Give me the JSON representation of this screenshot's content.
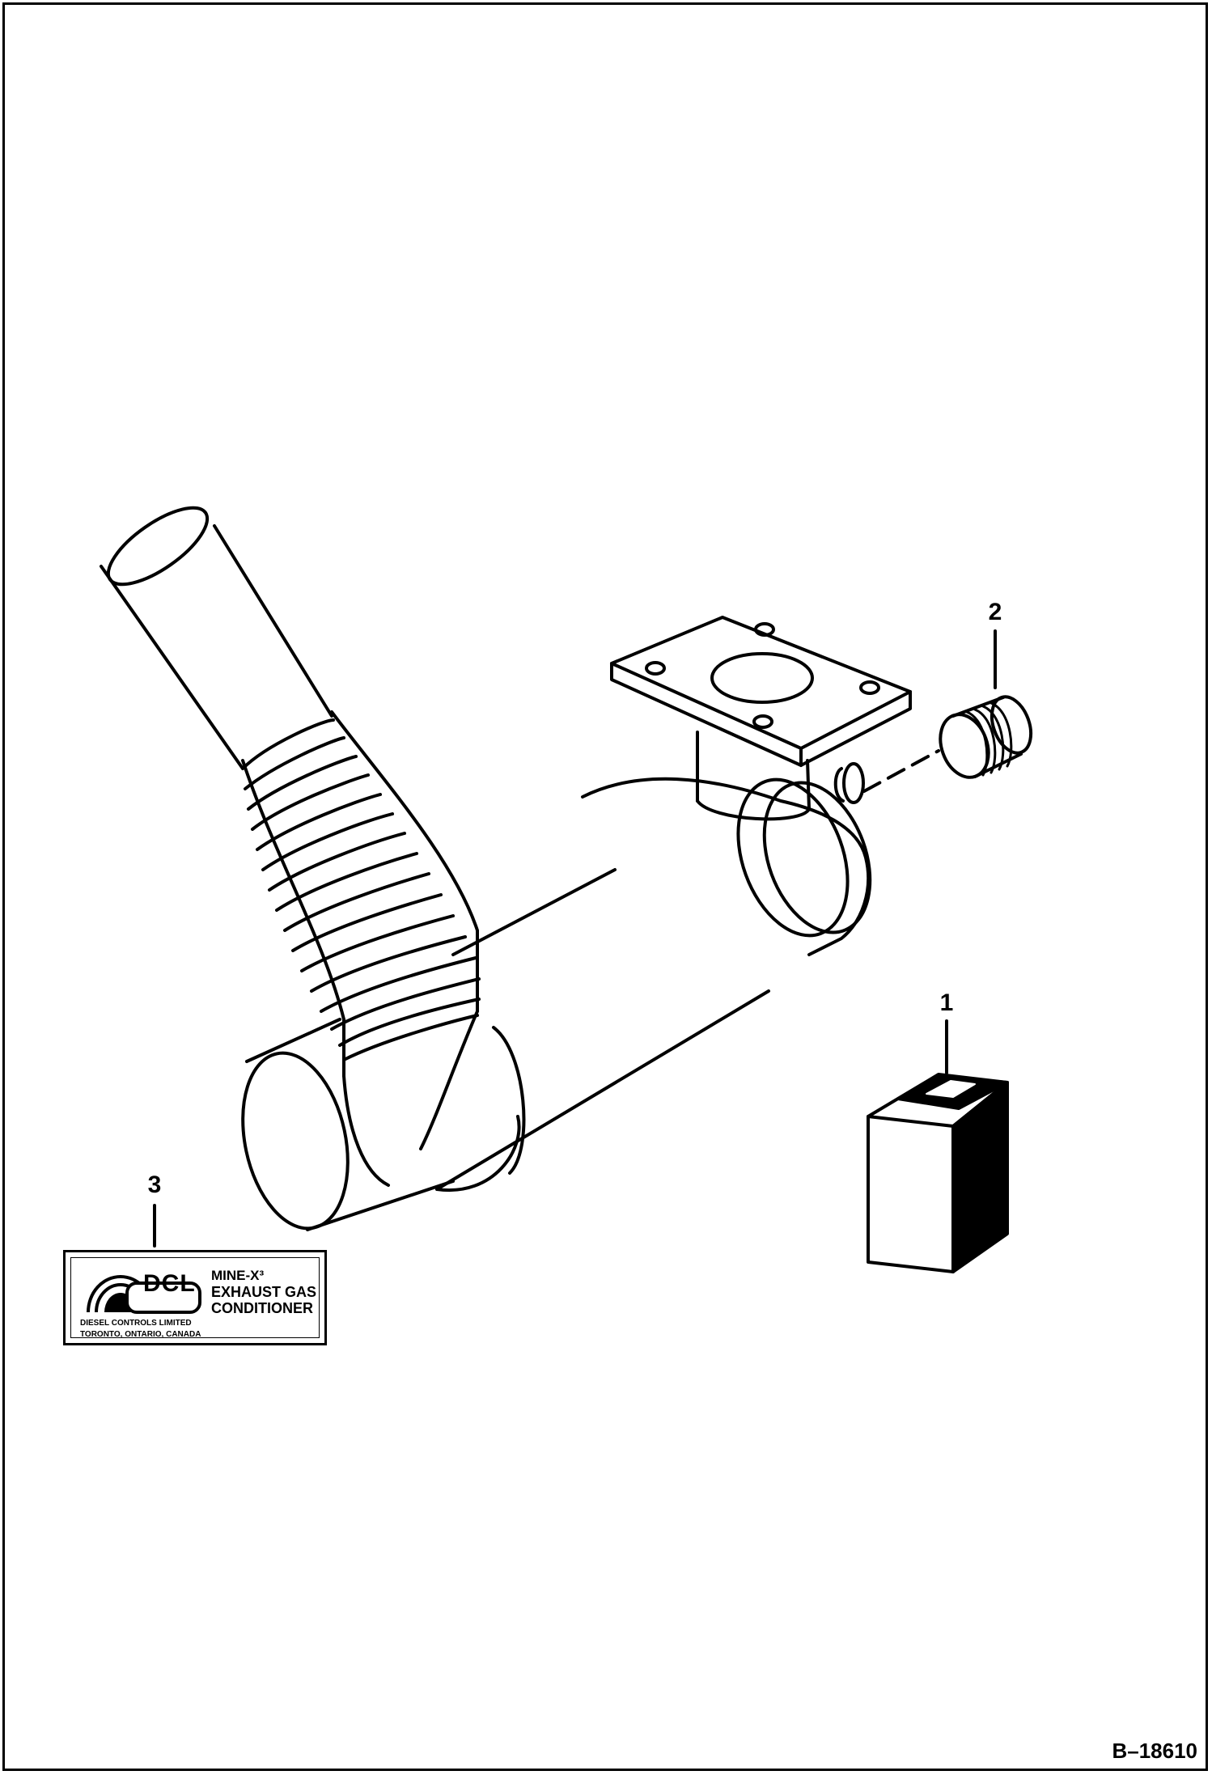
{
  "figure_id": "B–18610",
  "callouts": {
    "item1": "1",
    "item2": "2",
    "item3": "3"
  },
  "decal": {
    "logo_text": "DCL",
    "company": "DIESEL CONTROLS LIMITED",
    "location": "TORONTO, ONTARIO, CANADA",
    "product": "MINE-X³",
    "line1": "EXHAUST GAS",
    "line2": "CONDITIONER"
  },
  "colors": {
    "ink": "#000000",
    "paper": "#ffffff"
  }
}
